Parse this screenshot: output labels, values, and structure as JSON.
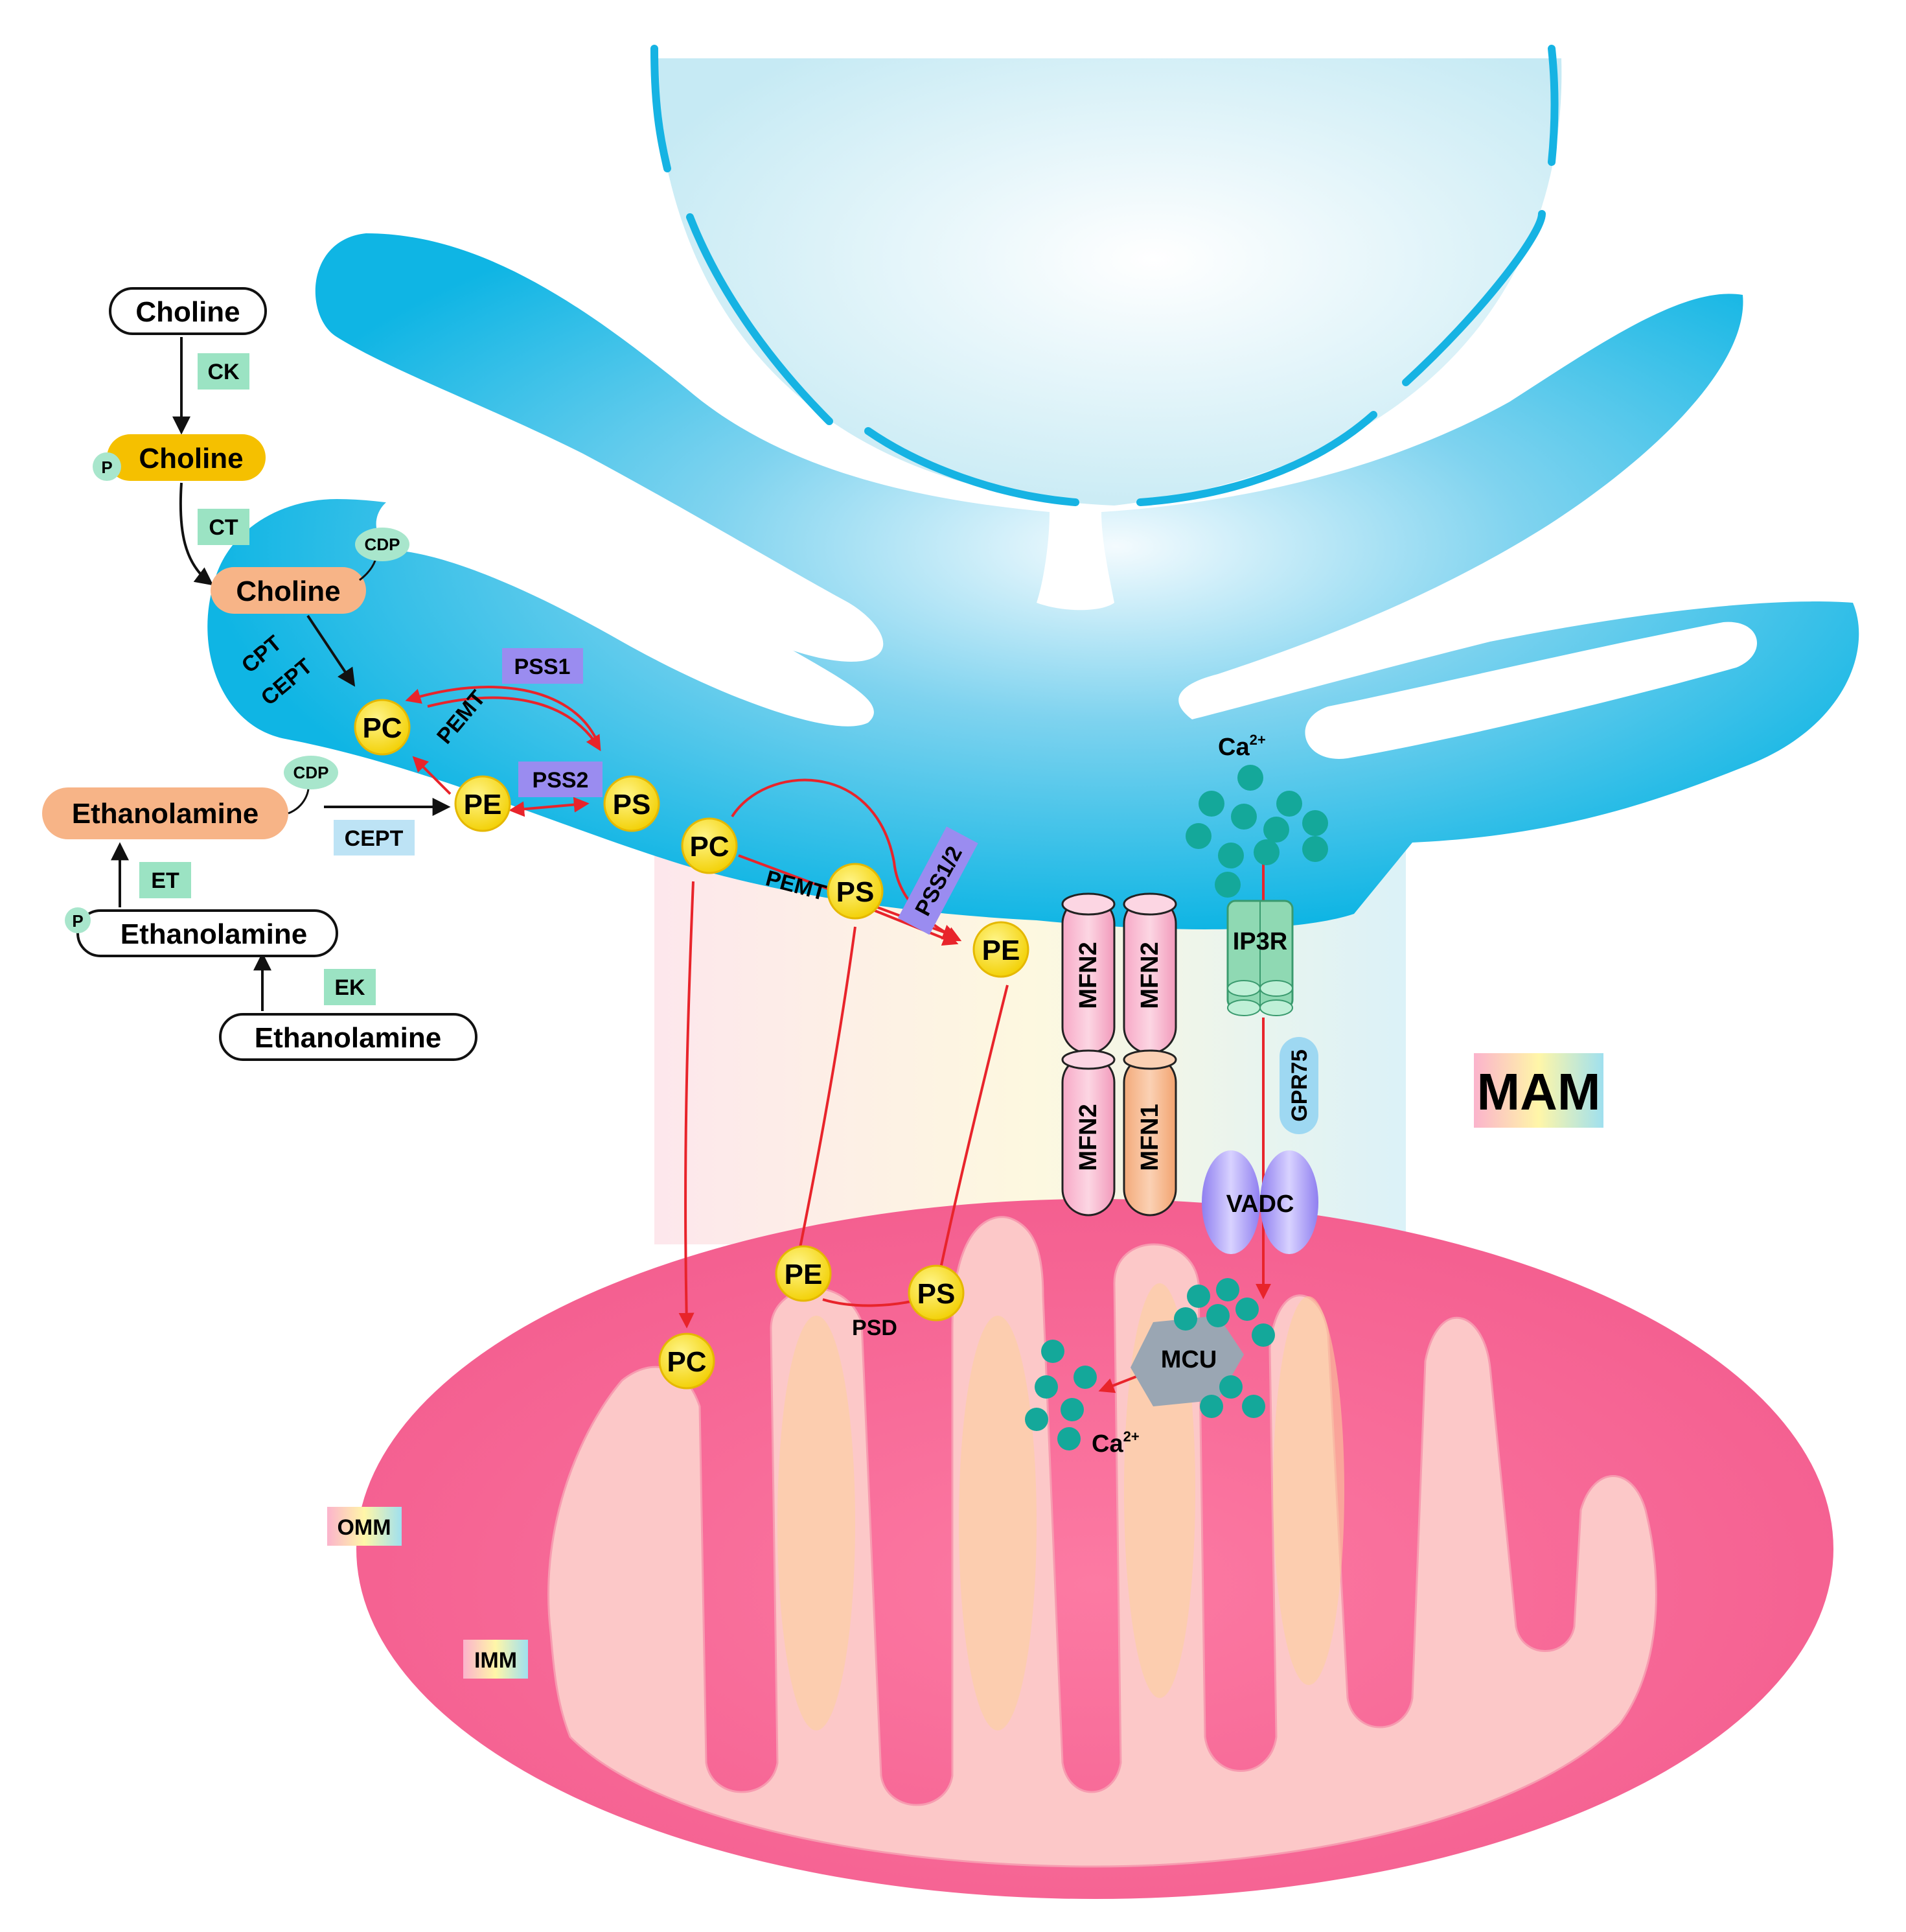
{
  "diagram": {
    "title": "MAM",
    "membranes": {
      "outer": "OMM",
      "inner": "IMM"
    },
    "pathway": {
      "choline": "Choline",
      "p_choline": "Choline",
      "cdp_choline": "Choline",
      "ethanolamine": "Ethanolamine",
      "p_ethanolamine": "Ethanolamine",
      "cdp_ethanolamine": "Ethanolamine",
      "phospho_tag": "P",
      "cdp_tag": "CDP",
      "enzymes": {
        "ck": "CK",
        "ct": "CT",
        "cpt": "CPT",
        "cept": "CEPT",
        "cept_box": "CEPT",
        "et": "ET",
        "ek": "EK",
        "pss1": "PSS1",
        "pss2": "PSS2",
        "pss12": "PSS1/2",
        "pemt": "PEMT",
        "psd": "PSD"
      }
    },
    "lipids": {
      "pc": "PC",
      "pe": "PE",
      "ps": "PS"
    },
    "proteins": {
      "mfn2": "MFN2",
      "mfn1": "MFN1",
      "ip3r": "IP3R",
      "gpr75": "GPR75",
      "vadc": "VADC",
      "mcu": "MCU"
    },
    "calcium": {
      "ion": "Ca",
      "charge": "2+"
    }
  },
  "colors": {
    "er_blue": "#10b8e6",
    "nucleus_blue": "#c9ecf5",
    "mito_outer": "#f56796",
    "mito_inner": "#fcc8c8",
    "lipid_yellow": "#f5d400",
    "enzyme_green": "#9be3c3",
    "enzyme_purple": "#9a8cf0",
    "calcium_teal": "#14a89a",
    "pathway_red": "#e8242b"
  }
}
